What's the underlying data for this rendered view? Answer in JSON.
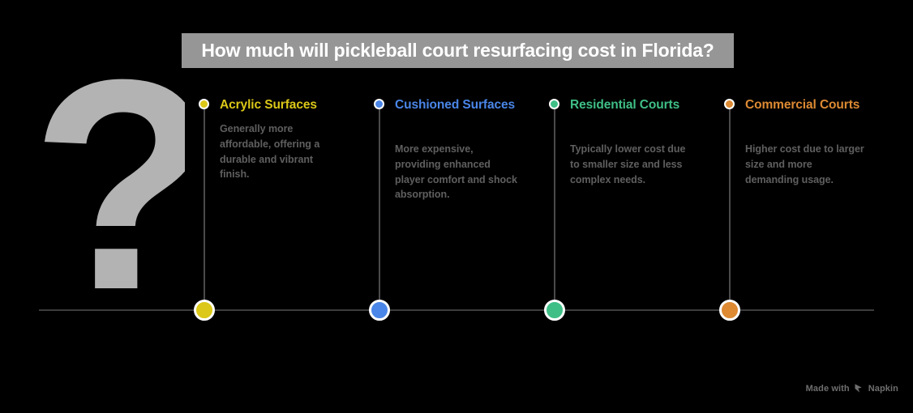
{
  "title": "How much will pickleball court resurfacing cost in Florida?",
  "decoration": {
    "glyph": "?"
  },
  "theme": {
    "background": "#000000",
    "banner_bg": "#969696",
    "banner_text": "#ffffff",
    "axis": "#3c3c3c",
    "stem": "#4a4a4a",
    "body_text": "#5f5f5f",
    "decoration": "#b3b3b3",
    "watermark_text": "#6e6e6e"
  },
  "milestones": [
    {
      "heading": "Acrylic Surfaces",
      "body": "Generally more affordable, offering a durable and vibrant finish.",
      "color": "#DBC818"
    },
    {
      "heading": "Cushioned Surfaces",
      "body": "More expensive, providing enhanced player comfort and shock absorption.",
      "color": "#4A86E8"
    },
    {
      "heading": "Residential Courts",
      "body": "Typically lower cost due to smaller size and less complex needs.",
      "color": "#3FBF86"
    },
    {
      "heading": "Commercial Courts",
      "body": "Higher cost due to larger size and more demanding usage.",
      "color": "#DD8A33"
    }
  ],
  "watermark": {
    "prefix": "Made with",
    "brand": "Napkin",
    "icon": "napkin-logo-icon"
  }
}
